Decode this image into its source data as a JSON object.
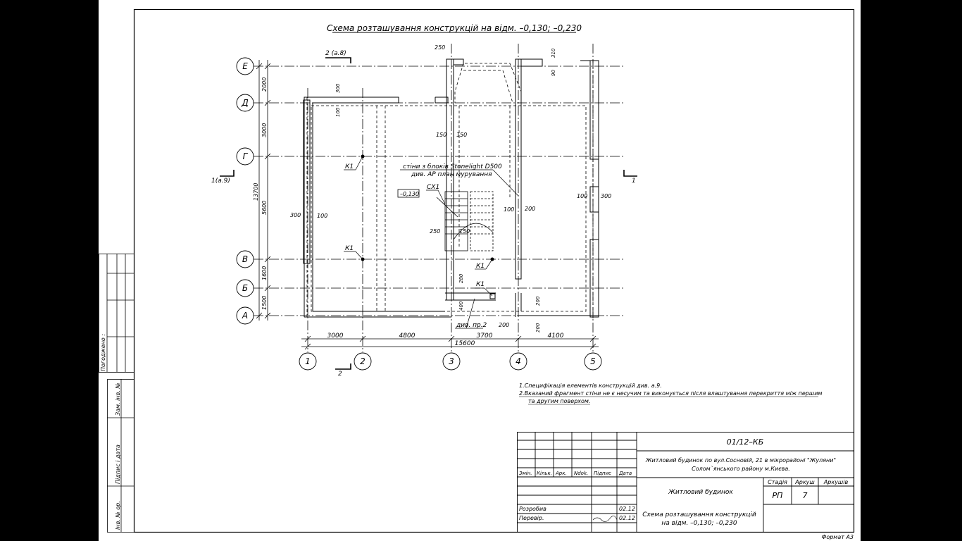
{
  "title": "Схема розташування конструкцій на відм. –0,130; –0,230",
  "axes_letters": [
    "Е",
    "Д",
    "Г",
    "В",
    "Б",
    "А"
  ],
  "axes_numbers": [
    "1",
    "2",
    "3",
    "4",
    "5"
  ],
  "vertical_dims": [
    "2000",
    "3000",
    "5600",
    "1600",
    "1500"
  ],
  "vertical_total": "13700",
  "horizontal_dims": [
    "3000",
    "4800",
    "3700",
    "4100"
  ],
  "horizontal_total": "15600",
  "dims": {
    "d250": "250",
    "d310": "310",
    "d90": "90",
    "d300_top": "300",
    "d100_top": "100",
    "d150a": "150",
    "d150b": "150",
    "d300_left": "300",
    "d100_left": "100",
    "d100_mid": "100",
    "d200_mid": "200",
    "d100_right": "100",
    "d300_right": "300",
    "d250_stair": "250",
    "d150_stair": "150",
    "d280": "280",
    "d400": "400",
    "d200_bottom": "200",
    "d200_b2": "200",
    "d200_b3": "200"
  },
  "labels": {
    "k1_a": "К1",
    "k1_b": "К1",
    "k1_c": "К1",
    "k1_d": "К1",
    "cx1": "СХ1",
    "level": "–0,130",
    "wall_note_1": "стіни з блоків Stonelight D500",
    "wall_note_2": "див. АР план мурування",
    "section_top": "2 (а.8)",
    "section_left": "1(а.9)",
    "section_right": "1",
    "section_bottom": "2",
    "see_note": "див. пр.2"
  },
  "notes": [
    "1.Специфікація елементів конструкцій  див. а.9.",
    "2.Вказаний фрагмент стіни не є несучим та виконується після влаштування перекриття між першим",
    "та другим поверхом."
  ],
  "side_stamp": {
    "agreed": "Погоджено :",
    "inv_replace": "Зам. інв. №",
    "sign_date": "Підпис і дата",
    "inv_orig": "Інв. № ор."
  },
  "title_block": {
    "code": "01/12–КБ",
    "object_line1": "Житловий будинок по вул.Сосновій, 21 в мікрорайоні \"Жуляни\"",
    "object_line2": "Солом`янського району м.Києва.",
    "building": "Житловий будинок",
    "sheet_title_1": "Схема розташування конструкцій",
    "sheet_title_2": "на відм. –0,130; –0,230",
    "stage_label": "Стадія",
    "sheet_label": "Аркуш",
    "sheets_label": "Аркушів",
    "stage": "РП",
    "sheet": "7",
    "sheets": "",
    "col_headers": [
      "Змін.",
      "Кільк.",
      "Арк.",
      "Ndok.",
      "Підпис",
      "Дата"
    ],
    "developed": "Розробив",
    "checked": "Перевір.",
    "date1": "02.12",
    "date2": "02.12"
  },
  "format": "Формат А3"
}
